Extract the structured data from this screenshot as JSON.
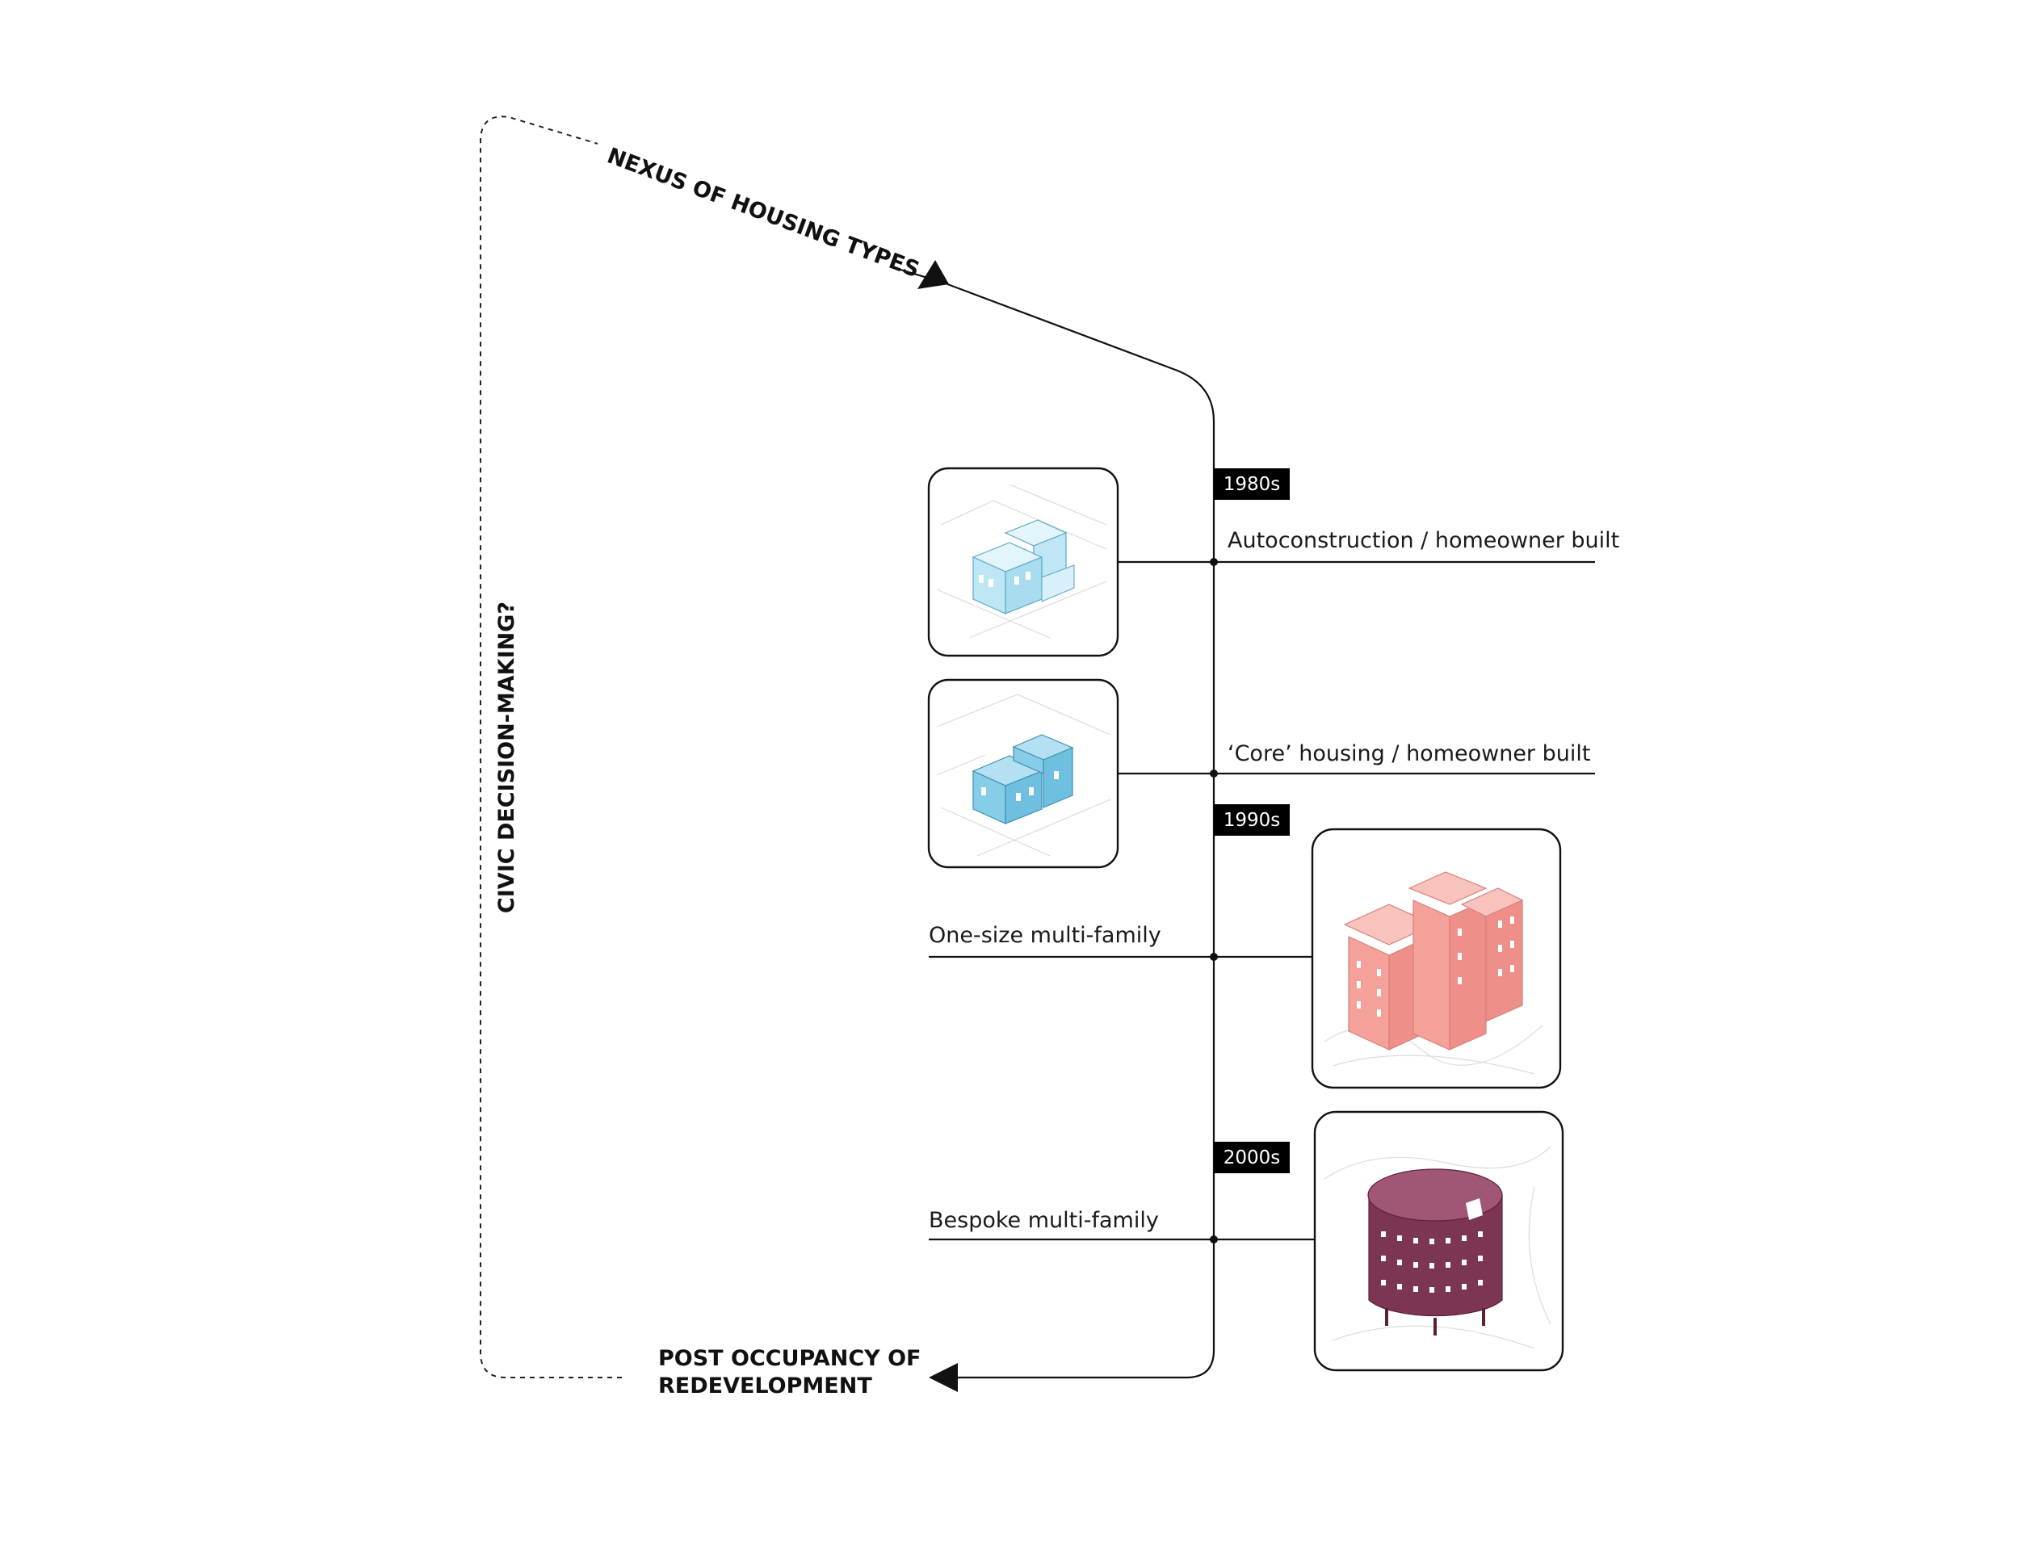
{
  "title_top": "NEXUS OF HOUSING TYPES",
  "side_label": "CIVIC DECISION-MAKING?",
  "bottom_label": [
    "POST OCCUPANCY OF",
    "REDEVELOPMENT"
  ],
  "eras": [
    "1980s",
    "1990s",
    "2000s"
  ],
  "types": [
    {
      "label": "Autoconstruction / homeowner built",
      "color": "#bfe6f5"
    },
    {
      "label": "‘Core’ housing / homeowner built",
      "color": "#86cde8"
    },
    {
      "label": "One-size multi-family",
      "color": "#f4a19a"
    },
    {
      "label": "Bespoke multi-family",
      "color": "#8f4762"
    }
  ]
}
